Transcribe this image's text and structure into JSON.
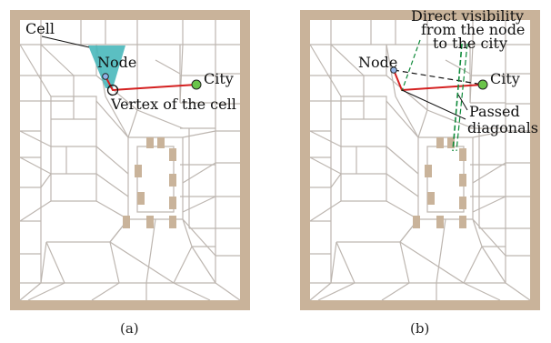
{
  "colors": {
    "wall": "#c9b39a",
    "mesh": "#bdb6b0",
    "path": "#d42020",
    "node_fill": "#8fb3e8",
    "city_fill": "#6ac44a",
    "cell_fill": "#49b8bb",
    "visibility": "#0f8a3a",
    "leader": "#111111"
  },
  "panel_a": {
    "labels": {
      "cell": "Cell",
      "node": "Node",
      "city": "City",
      "vertex": "Vertex of the cell"
    },
    "caption": "(a)"
  },
  "panel_b": {
    "labels": {
      "visibility_line1": "Direct visibility",
      "visibility_line2": "from the node",
      "visibility_line3": "to the city",
      "node": "Node",
      "city": "City",
      "passed_line1": "Passed",
      "passed_line2": "diagonals"
    },
    "caption": "(b)"
  },
  "icons": {
    "node_marker": "node-dot-icon",
    "city_marker": "city-dot-icon",
    "vertex_marker": "vertex-circle-icon"
  }
}
